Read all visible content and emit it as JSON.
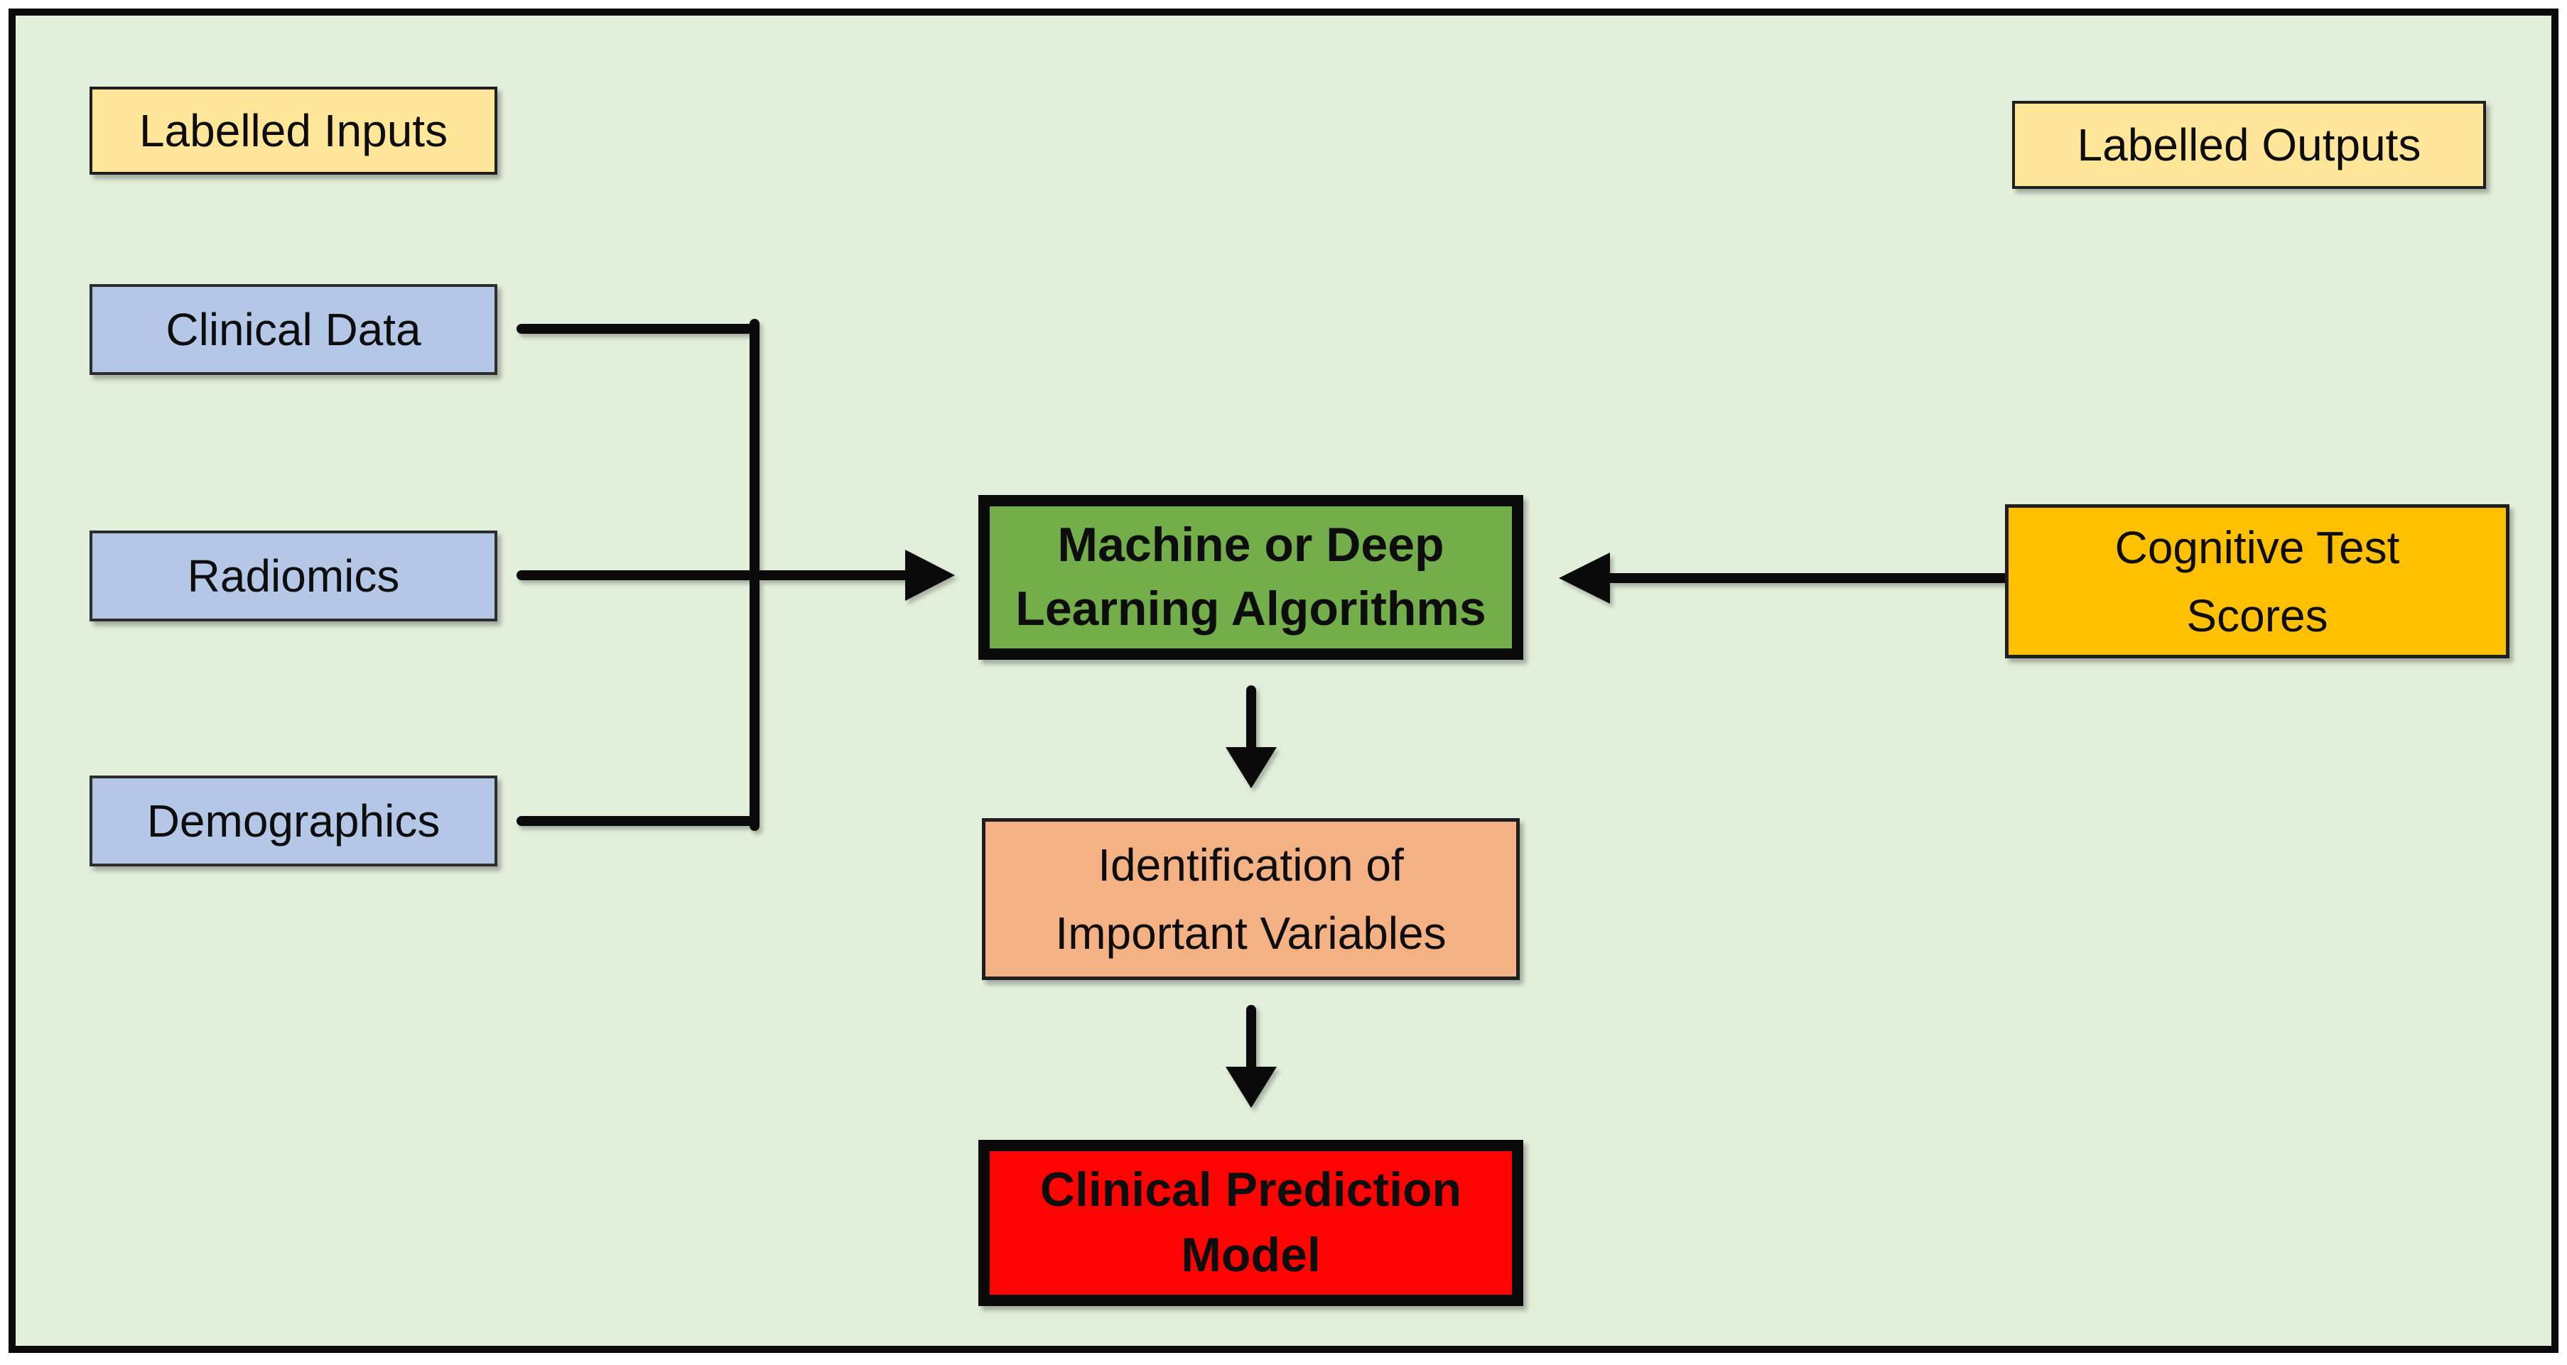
{
  "diagram": {
    "section_labels": {
      "inputs": "Labelled Inputs",
      "outputs": "Labelled Outputs"
    },
    "nodes": {
      "clinical_data": {
        "label": "Clinical Data",
        "fill": "#B4C7E7"
      },
      "radiomics": {
        "label": "Radiomics",
        "fill": "#B4C7E7"
      },
      "demographics": {
        "label": "Demographics",
        "fill": "#B4C7E7"
      },
      "algorithms": {
        "label": "Machine or Deep\nLearning Algorithms",
        "fill": "#73AE4B",
        "bold": true
      },
      "variables": {
        "label": "Identification of\nImportant Variables",
        "fill": "#F4B183"
      },
      "model": {
        "label": "Clinical Prediction\nModel",
        "fill": "#FF0202",
        "bold": true
      },
      "cognitive": {
        "label": "Cognitive Test\nScores",
        "fill": "#FFC000"
      }
    },
    "connections": [
      {
        "from": "Clinical Data",
        "to": "Machine or Deep Learning Algorithms"
      },
      {
        "from": "Radiomics",
        "to": "Machine or Deep Learning Algorithms"
      },
      {
        "from": "Demographics",
        "to": "Machine or Deep Learning Algorithms"
      },
      {
        "from": "Cognitive Test Scores",
        "to": "Machine or Deep Learning Algorithms"
      },
      {
        "from": "Machine or Deep Learning Algorithms",
        "to": "Identification of Important Variables"
      },
      {
        "from": "Identification of Important Variables",
        "to": "Clinical Prediction Model"
      }
    ],
    "colors": {
      "panel_background": "#E2EFDA",
      "panel_border": "#0A0A0A",
      "label_fill": "#FFE699",
      "connector": "#0A0A0A"
    }
  }
}
